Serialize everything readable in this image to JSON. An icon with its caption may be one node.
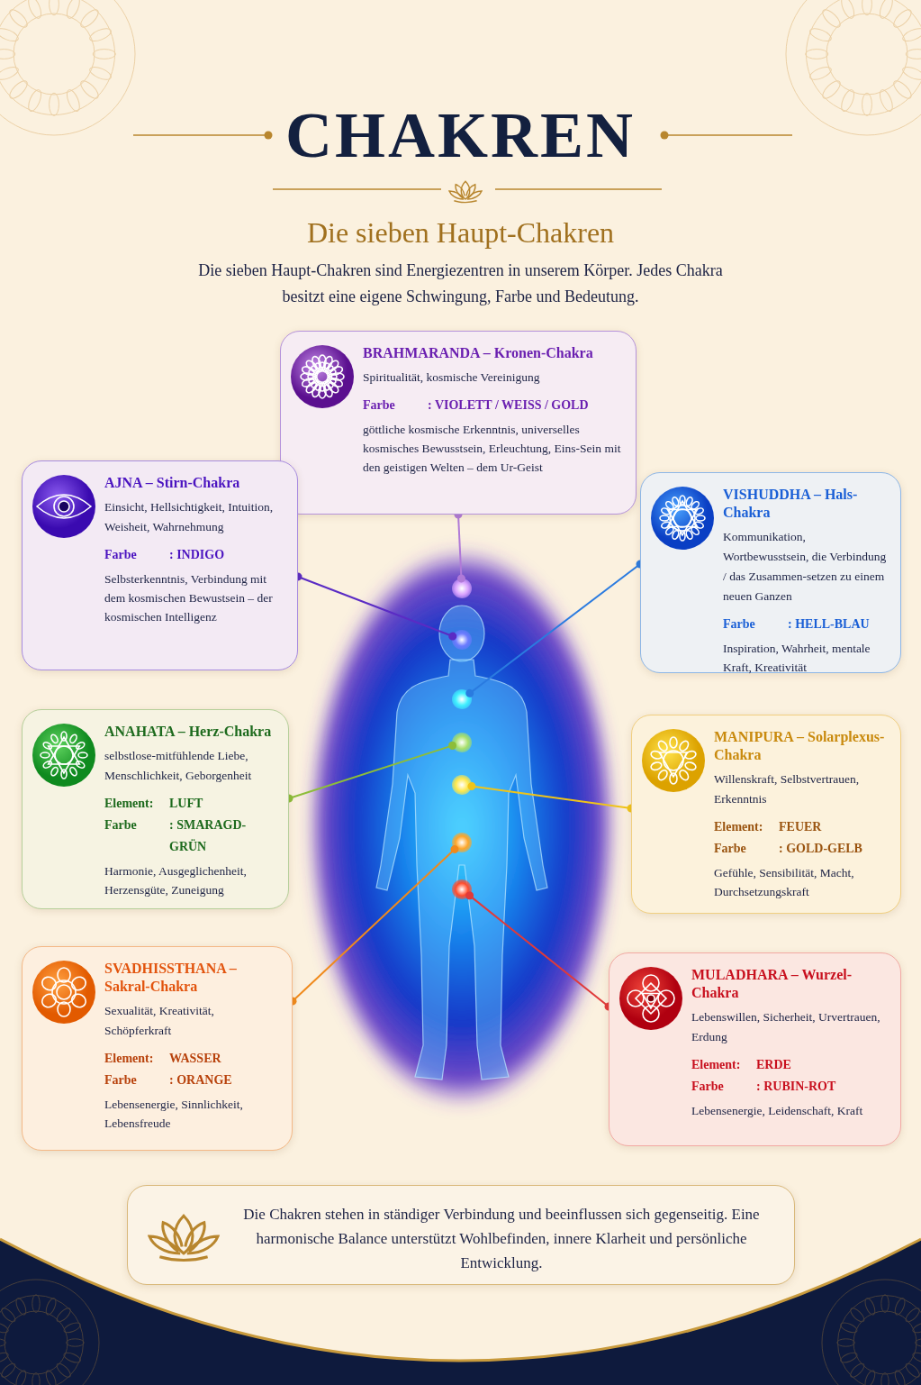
{
  "diagram": {
    "title": "CHAKREN",
    "nodes": [
      {
        "text": [
          "BRAHMARANDA – Kronen-Chakra",
          "Spiritualität, kosmische Vereinigung",
          "Farbe",
          ": VIOLETT / WEISS / GOLD",
          "göttliche kosmische Erkenntnis, universelles kosmisches Bewusstsein, Erleuchtung, Eins-Sein mit den geistigen Welten – dem Ur-Geist"
        ]
      },
      {
        "text": [
          "AJNA – Stirn-Chakra",
          "Einsicht, Hellsichtigkeit, Intuition, Weisheit, Wahrnehmung",
          "Farbe",
          ": INDIGO",
          "Selbsterkenntnis, Verbindung mit dem kosmischen Bewustsein – der kosmischen Intelligenz"
        ]
      },
      {
        "text": [
          "VISHUDDHA – Hals-Chakra",
          "Kommunikation, Wortbewusstsein, die Verbindung / das Zusammen-setzen zu einem neuen Ganzen",
          "Farbe",
          ": HELL-BLAU",
          "Inspiration, Wahrheit, mentale Kraft, Kreativität"
        ]
      },
      {
        "text": [
          "ANAHATA – Herz-Chakra",
          "selbstlose-mitfühlende Liebe, Menschlichkeit, Geborgenheit",
          "Element:",
          "LUFT",
          "Farbe",
          ": SMARAGD-GRÜN",
          "Harmonie, Ausgeglichenheit, Herzensgüte, Zuneigung"
        ]
      },
      {
        "text": [
          "MANIPURA – Solarplexus-Chakra",
          "Willenskraft, Selbstvertrauen, Erkenntnis",
          "Element:",
          "FEUER",
          "Farbe",
          ": GOLD-GELB",
          "Gefühle, Sensibilität, Macht, Durchsetzungskraft"
        ]
      },
      {
        "text": [
          "SVADHISSTHANA – Sakral-Chakra",
          "Sexualität, Kreativität, Schöpferkraft",
          "Element:",
          "WASSER",
          "Farbe",
          ": ORANGE",
          "Lebensenergie, Sinnlichkeit, Lebensfreude"
        ]
      },
      {
        "text": [
          "MULADHARA – Wurzel-Chakra",
          "Lebenswillen, Sicherheit, Urvertrauen, Erdung",
          "Element:",
          "ERDE",
          "Farbe",
          ": RUBIN-ROT",
          "Lebensenergie, Leidenschaft, Kraft"
        ]
      },
      {
        "text": [
          "Die Chakren stehen in ständiger Verbindung und beeinflussen sich gegenseitig. Eine harmonische Balance unterstützt Wohlbefinden, innere Klarheit und persönliche Entwicklung."
        ]
      },
      {
        "text": [],
        "shape": "circle"
      },
      {
        "text": [],
        "shape": "circle"
      },
      {
        "text": [],
        "shape": "circle"
      },
      {
        "text": [],
        "shape": "circle"
      },
      {
        "text": [],
        "shape": "circle"
      },
      {
        "text": [],
        "shape": "circle"
      },
      {
        "text": [],
        "shape": "circle"
      }
    ],
    "edges": [
      {
        "from": 0,
        "to": 8,
        "arrow": "other",
        "color": "#b07ad8"
      },
      {
        "from": 1,
        "to": 9,
        "arrow": "other",
        "color": "#5a2bc4"
      },
      {
        "from": 2,
        "to": 10,
        "arrow": "other",
        "color": "#2a7be0"
      },
      {
        "from": 3,
        "to": 11,
        "arrow": "other",
        "color": "#8dbd3a"
      },
      {
        "from": 4,
        "to": 12,
        "arrow": "other",
        "color": "#f0c419"
      },
      {
        "from": 5,
        "to": 13,
        "arrow": "other",
        "color": "#f08a1c"
      },
      {
        "from": 6,
        "to": 14,
        "arrow": "other",
        "color": "#e03a3a"
      }
    ],
    "labels": [
      "Die sieben Haupt-Chakren",
      "Die sieben Haupt-Chakren sind Energiezentren in unserem Körper. Jedes Chakra besitzt eine eigene Schwingung, Farbe und Bedeutung."
    ]
  }
}
